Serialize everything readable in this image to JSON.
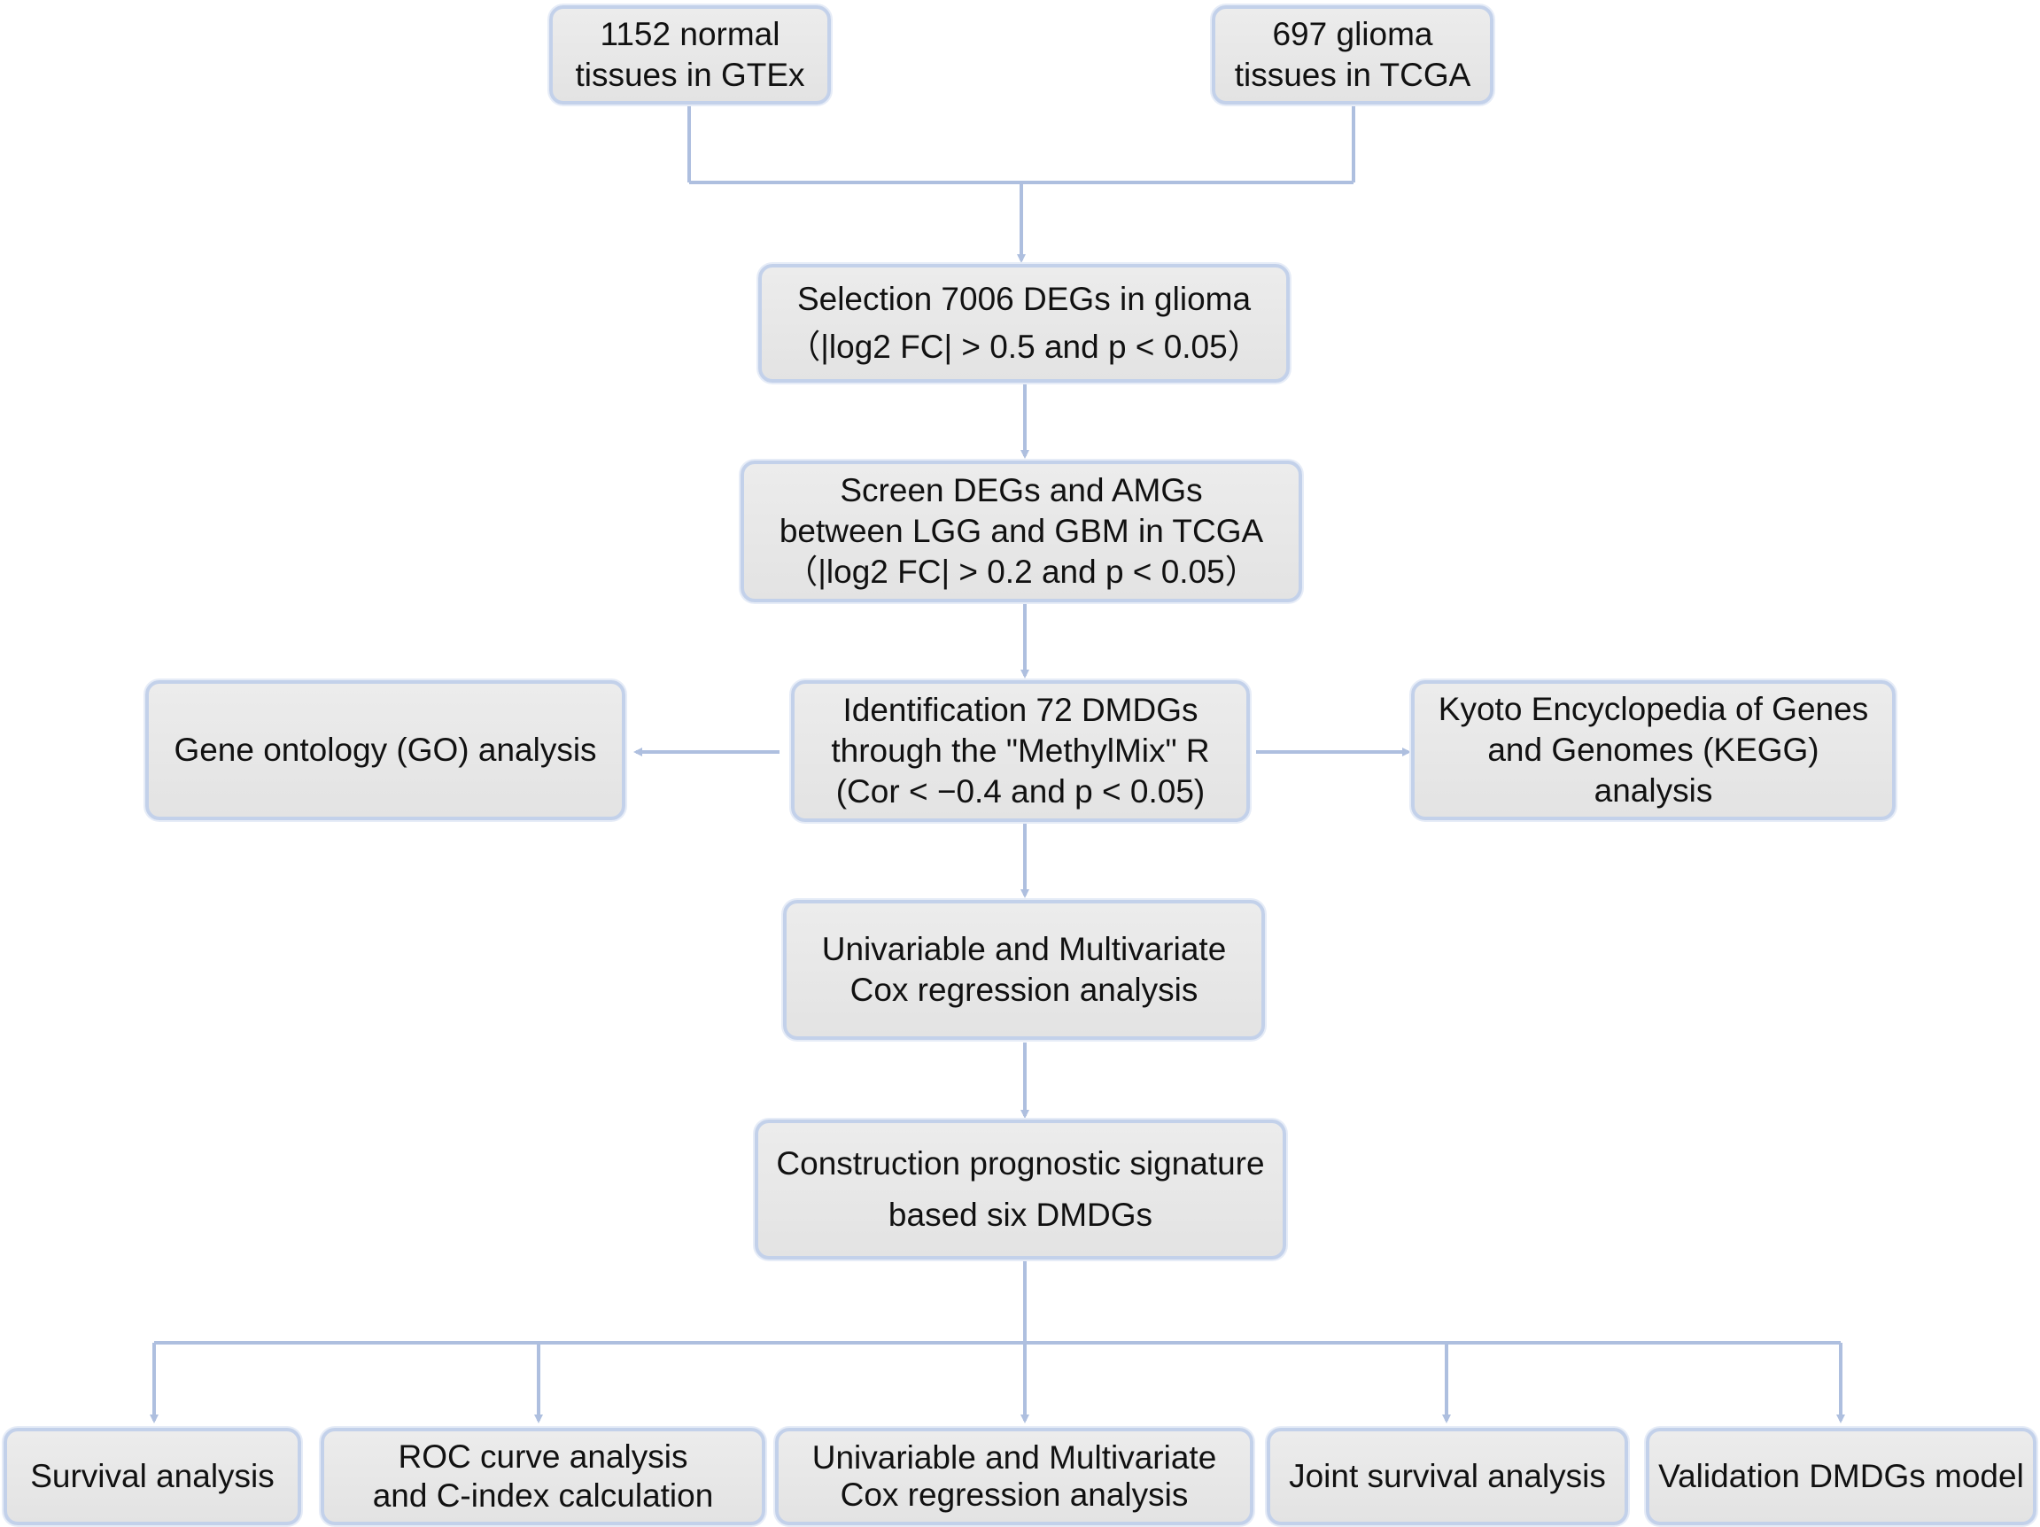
{
  "nodes": {
    "gtex": [
      "1152 normal",
      "tissues in GTEx"
    ],
    "tcga": [
      "697 glioma",
      "tissues in TCGA"
    ],
    "selection": [
      "Selection 7006 DEGs in glioma",
      "（|log2 FC| > 0.5 and p < 0.05）"
    ],
    "screen": [
      "Screen DEGs and AMGs",
      "between LGG and GBM in TCGA",
      "（|log2 FC| > 0.2 and p < 0.05）"
    ],
    "identification": [
      "Identification 72 DMDGs",
      "through the \"MethylMix\" R",
      "(Cor < −0.4 and p < 0.05)"
    ],
    "go": [
      "Gene ontology (GO) analysis"
    ],
    "kegg": [
      "Kyoto Encyclopedia of Genes",
      "and Genomes (KEGG)",
      "analysis"
    ],
    "cox": [
      "Univariable and Multivariate",
      "Cox regression analysis"
    ],
    "construction": [
      "Construction prognostic signature",
      "based six DMDGs"
    ],
    "survival": [
      "Survival analysis"
    ],
    "roc": [
      "ROC curve analysis",
      "and C-index calculation"
    ],
    "cox2": [
      "Univariable and Multivariate",
      "Cox regression analysis"
    ],
    "joint": [
      "Joint survival analysis"
    ],
    "validation": [
      "Validation DMDGs model"
    ]
  },
  "colors": {
    "box_fill": "#e6e6e6",
    "box_border": "#c3d1ea",
    "connector": "#aebfdf"
  }
}
